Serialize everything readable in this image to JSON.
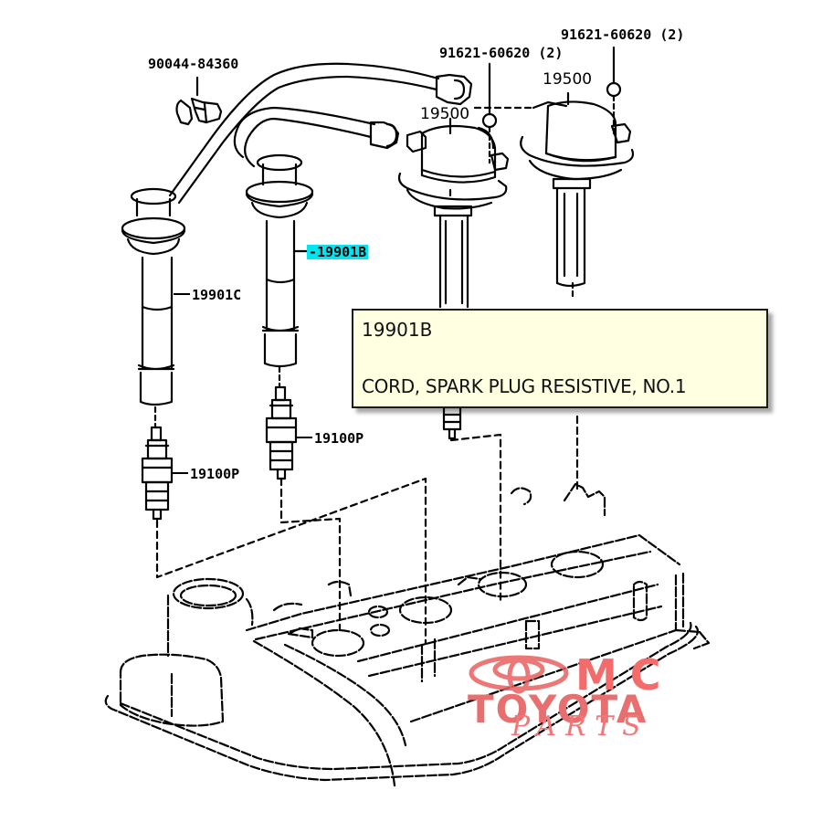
{
  "diagram": {
    "title": "Ignition coil & spark plug cord parts diagram",
    "labels": [
      {
        "id": "clamp",
        "text": "90044-84360"
      },
      {
        "id": "bolt-1",
        "text": "91621-60620 (2)"
      },
      {
        "id": "bolt-2",
        "text": "91621-60620 (2)"
      },
      {
        "id": "coil-rear",
        "text": "19500"
      },
      {
        "id": "coil-front",
        "text": "19500"
      },
      {
        "id": "cord-b",
        "text": "-19901B",
        "highlighted": true
      },
      {
        "id": "cord-c",
        "text": "19901C"
      },
      {
        "id": "plug-1",
        "text": "19100P"
      },
      {
        "id": "plug-2",
        "text": "19100P"
      }
    ],
    "highlight_color": "#00e5f0"
  },
  "tooltip": {
    "part_code": "19901B",
    "description": "CORD, SPARK PLUG RESISTIVE, NO.1",
    "background": "#ffffe1"
  },
  "watermark": {
    "line1": "MC",
    "line2": "TOYOTA",
    "line3": "PARTS",
    "color": "#f36b6b"
  }
}
